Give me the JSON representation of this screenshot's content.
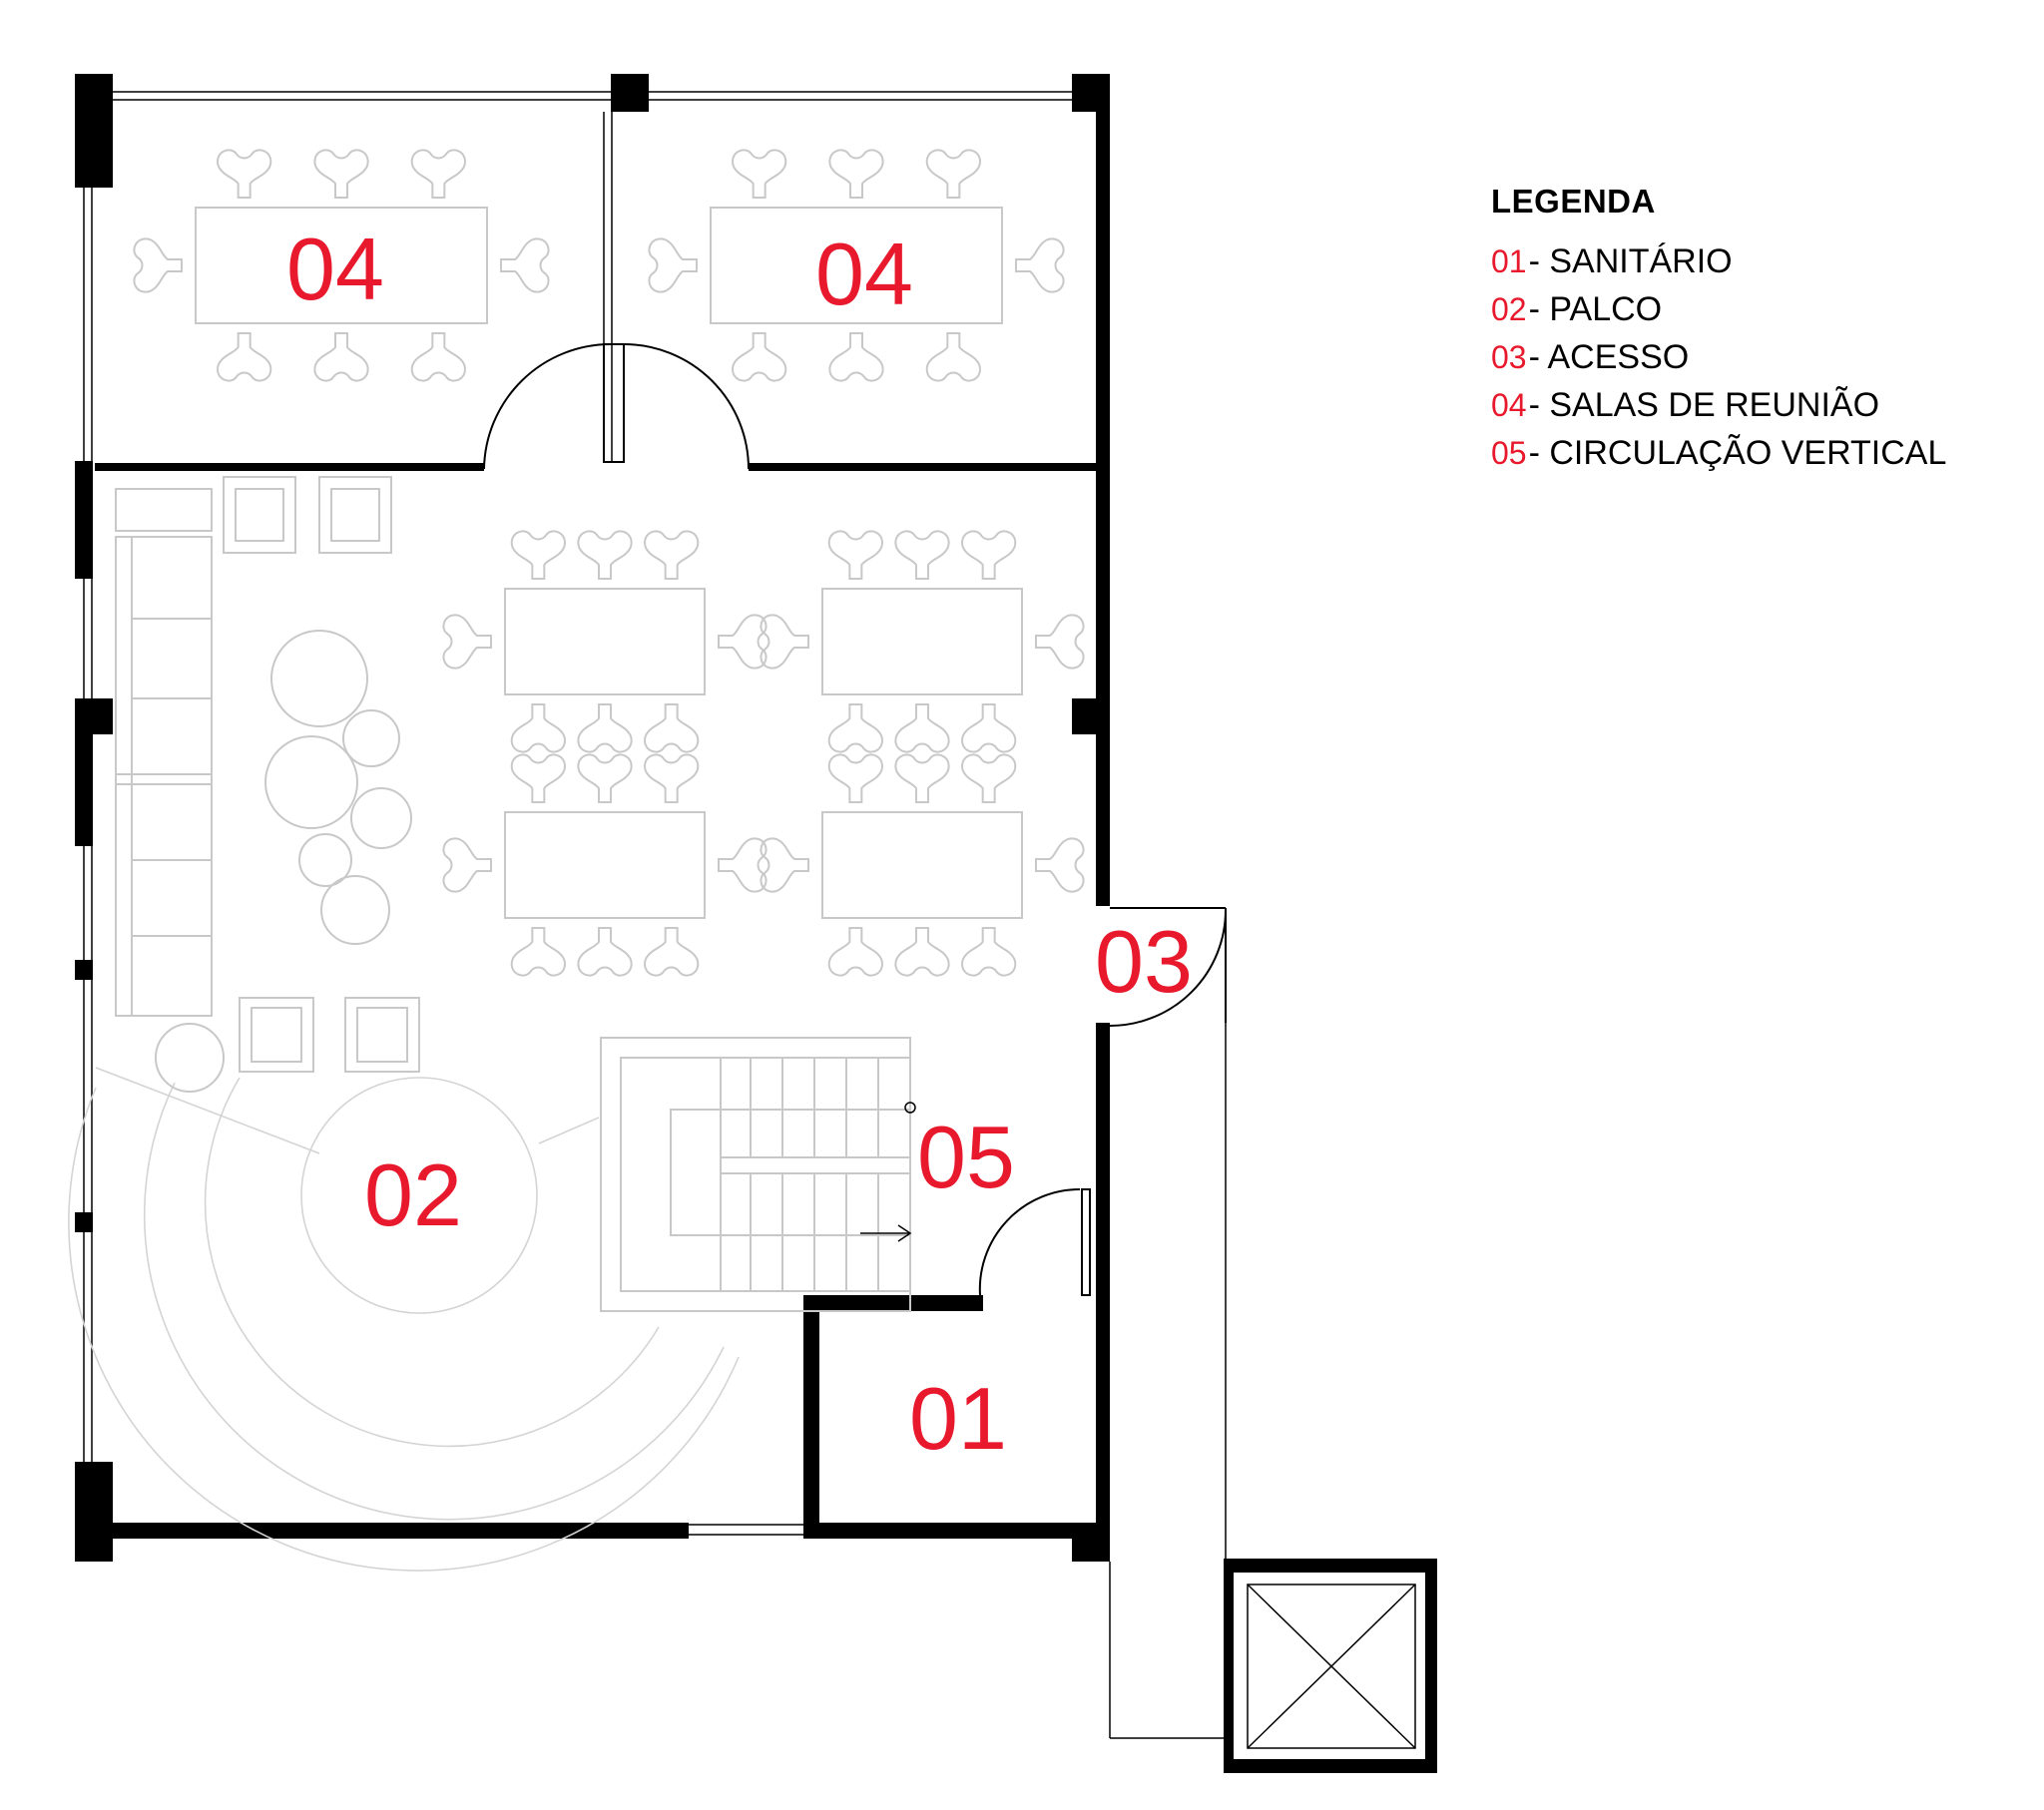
{
  "plan": {
    "rooms": [
      {
        "id": "01"
      },
      {
        "id": "02"
      },
      {
        "id": "03"
      },
      {
        "id": "04"
      },
      {
        "id": "04"
      },
      {
        "id": "05"
      }
    ]
  },
  "legend": {
    "title": "LEGENDA",
    "items": [
      {
        "num": "01",
        "text": "- SANITÁRIO"
      },
      {
        "num": "02",
        "text": "- PALCO"
      },
      {
        "num": "03",
        "text": "- ACESSO"
      },
      {
        "num": "04",
        "text": "- SALAS DE REUNIÃO"
      },
      {
        "num": "05",
        "text": "- CIRCULAÇÃO VERTICAL"
      }
    ]
  },
  "colors": {
    "label": "#e8192c",
    "wall": "#000000",
    "furniture": "#c8c8c8"
  }
}
